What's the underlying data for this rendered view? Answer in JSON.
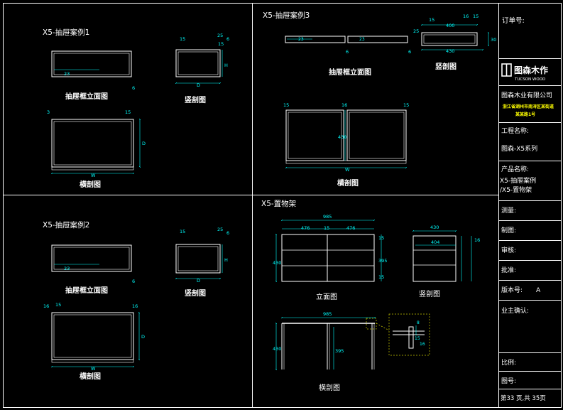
{
  "colors": {
    "background": "#000000",
    "frame": "#ffffff",
    "geometry": "#ffffff",
    "dimension": "#00ffff",
    "detail_box": "#c8c800",
    "note_text": "#c8c8c8",
    "brand_red": "#ff3333"
  },
  "panel1": {
    "title": "X5-抽屉案例1",
    "front_label": "抽屉框立面图",
    "side_label": "竖剖图",
    "plan_label": "横剖图",
    "dims": {
      "f1": "23",
      "f2": "6",
      "s1": "15",
      "s2": "25",
      "s3": "6",
      "s4": "15",
      "s5": "D",
      "s6": "H",
      "p1": "3",
      "p2": "15",
      "p3": "D",
      "p4": "W"
    }
  },
  "panel2": {
    "title": "X5-抽屉案例2",
    "front_label": "抽屉框立面图",
    "side_label": "竖剖图",
    "plan_label": "横剖图",
    "dims": {
      "f1": "23",
      "f2": "6",
      "s1": "15",
      "s2": "25",
      "s3": "6",
      "s4": "D",
      "s5": "H",
      "p1": "16",
      "p2": "15",
      "p3": "16",
      "p4": "D",
      "p5": "W"
    }
  },
  "panel3": {
    "title": "X5-抽屉案例3",
    "front_label": "抽屉框立面图",
    "side_label": "竖剖图",
    "plan_label": "横剖图",
    "dims": {
      "f1": "23",
      "f2": "23",
      "f3": "6",
      "s1": "15",
      "s2": "25",
      "s3": "400",
      "s4": "16",
      "s5": "15",
      "s6": "430",
      "s7": "30",
      "s8": "6",
      "p1": "15",
      "p2": "16",
      "p3": "15",
      "p4": "430",
      "p5": "W"
    }
  },
  "panel4": {
    "title": "X5-置物架",
    "elev_label": "立面图",
    "side_label": "竖剖图",
    "plan_label": "横剖图",
    "dims": {
      "e1": "985",
      "e2": "476",
      "e3": "15",
      "e4": "476",
      "e5": "15",
      "e6": "430",
      "e7": "395",
      "e8": "15",
      "v1": "430",
      "v2": "404",
      "v3": "16",
      "h1": "985",
      "h2": "430",
      "h3": "395",
      "d1": "8",
      "d2": "15",
      "d3": "16"
    }
  },
  "title_block": {
    "order_no": "订单号:",
    "logo_main": "图森木作",
    "logo_sub": "TUCSON WOOD",
    "company": "图森木业有限公司",
    "address_line1": "浙江省湖州市南浔区某街道",
    "address_line2": "某某路1号",
    "project_name_label": "工程名称:",
    "project_name": "图森-X5系列",
    "product_name_label": "产品名称:",
    "product_line1": "X5-抽屉案例",
    "product_line2": "/X5-置物架",
    "measure": "测量:",
    "drafter": "制图:",
    "reviewer": "审核:",
    "approver": "批准:",
    "version_label": "版本号:",
    "version": "A",
    "owner_confirm": "业主确认:",
    "scale": "比例:",
    "drawing_no": "图号:",
    "page_info": "第33 页,共 35页"
  }
}
